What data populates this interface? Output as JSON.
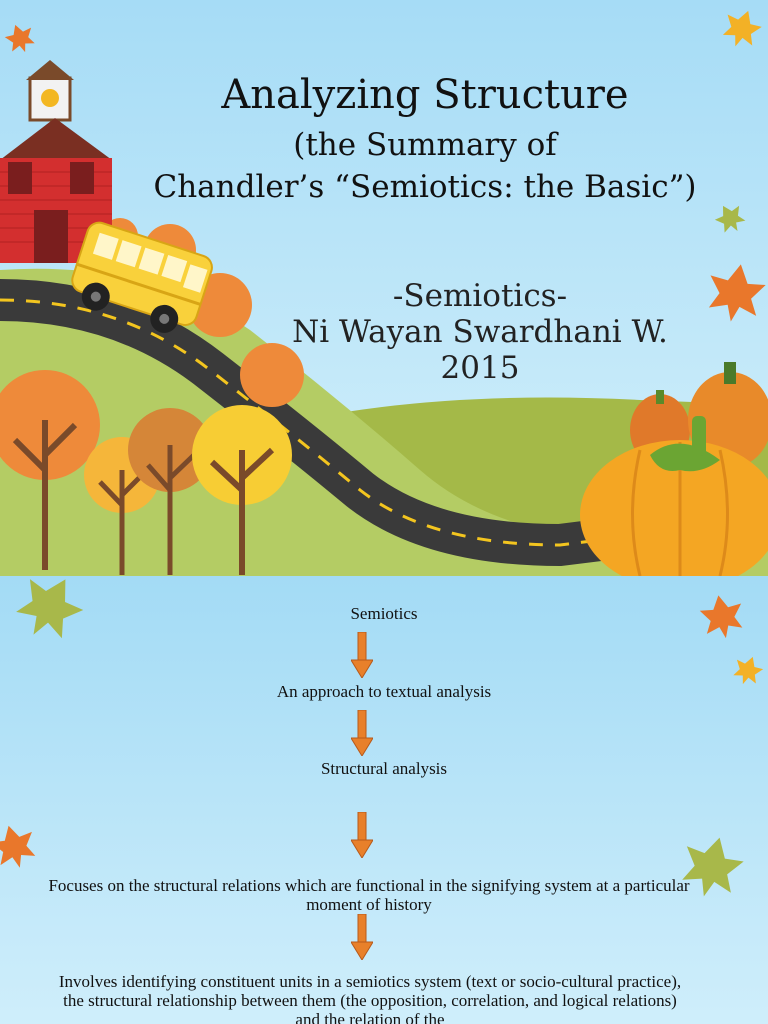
{
  "slide1": {
    "title": "Analyzing Structure",
    "subtitle_line1": "(the Summary of",
    "subtitle_line2": "Chandler’s “Semiotics: the Basic”)",
    "course": "-Semiotics-",
    "author": "Ni Wayan Swardhani W.",
    "year": "2015"
  },
  "slide2": {
    "flow": [
      "Semiotics",
      "An approach to textual analysis",
      "Structural analysis",
      "Focuses on the structural relations which are functional in the signifying system at a particular moment of history",
      "Involves identifying constituent units in a semiotics system (text or socio-cultural practice), the structural relationship between them (the opposition, correlation, and logical relations) and the relation of the"
    ]
  },
  "colors": {
    "arrow": "#e8802a",
    "school": "#d32f2f",
    "bus": "#f9d13b",
    "road": "#3a3a3a",
    "hill": "#a8c25a",
    "pumpkin": "#f4a623"
  }
}
